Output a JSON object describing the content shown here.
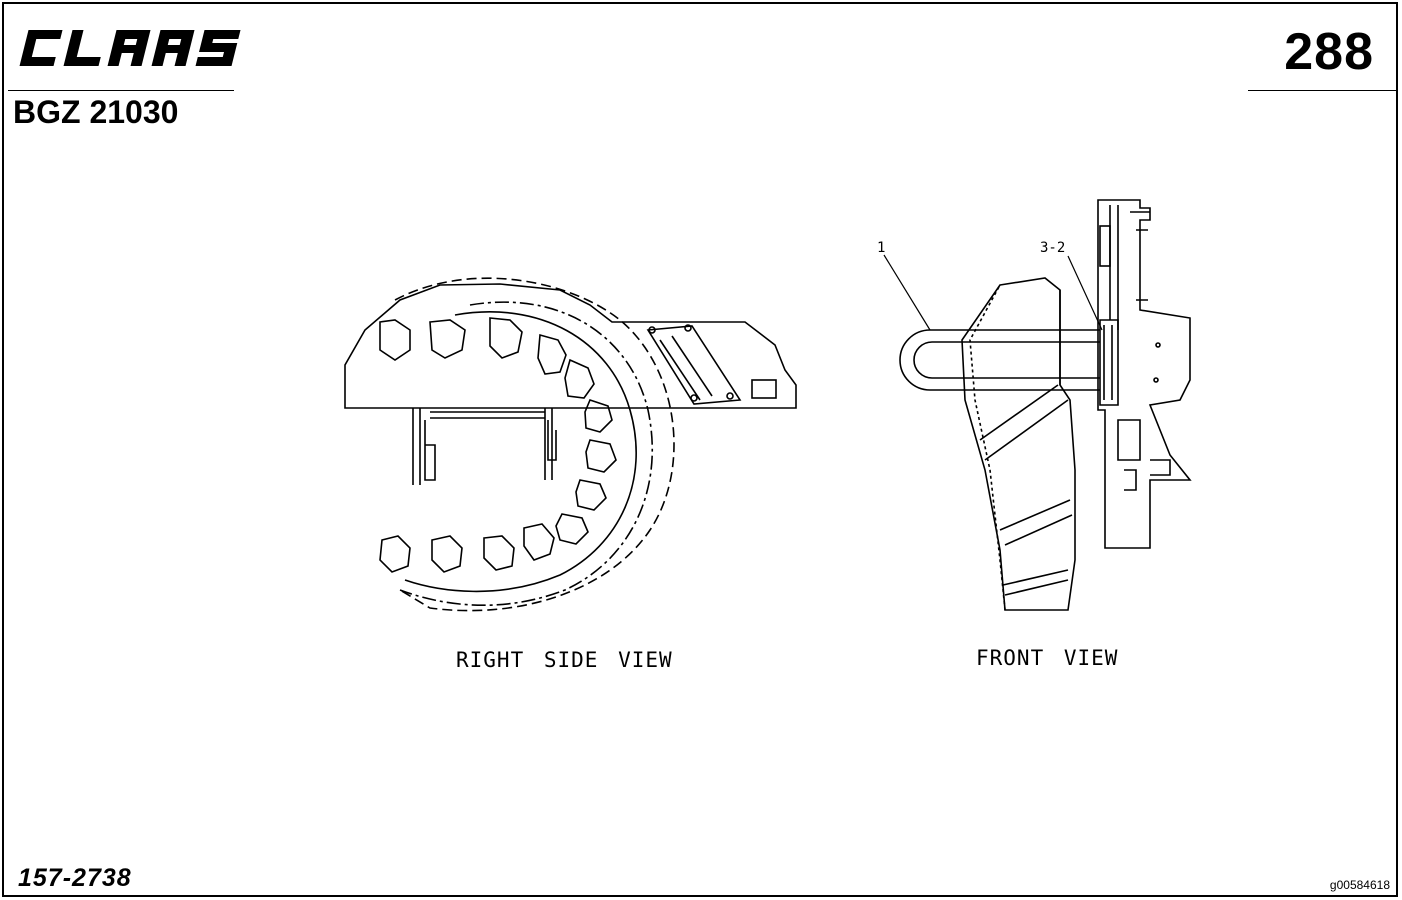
{
  "header": {
    "brand": "CLAAS",
    "sheet_number": "288",
    "group_code": "BGZ 21030"
  },
  "footer": {
    "part_number": "157-2738",
    "image_id": "g00584618"
  },
  "views": {
    "side": {
      "label": "RIGHT SIDE VIEW"
    },
    "front": {
      "label": "FRONT VIEW"
    }
  },
  "callouts": {
    "item_1": "1",
    "item_3_2": "3-2"
  },
  "icons": {
    "brand_logo": "claas-logo-icon"
  }
}
